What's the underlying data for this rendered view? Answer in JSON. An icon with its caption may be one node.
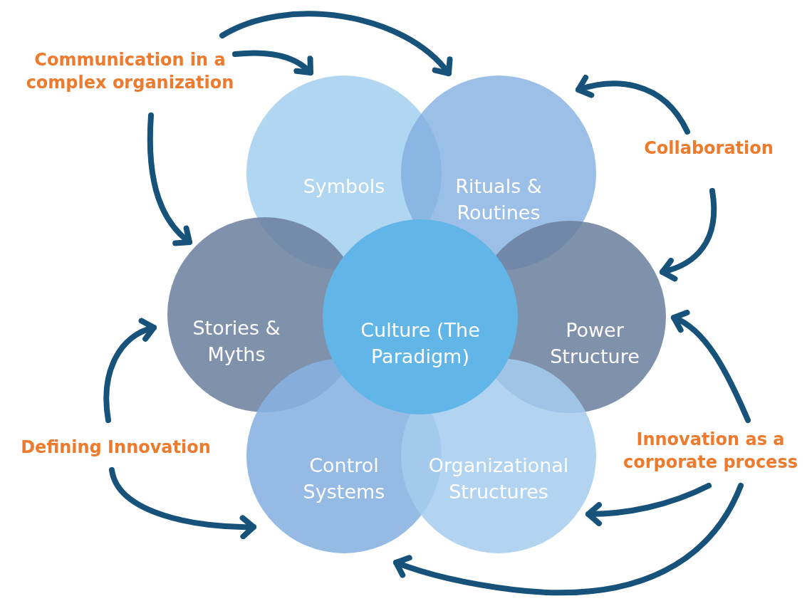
{
  "diagram": {
    "nodes": [
      {
        "text": [
          "Symbols"
        ]
      },
      {
        "text": [
          "Rituals & Routines"
        ]
      },
      {
        "text": [
          "Stories & Myths"
        ]
      },
      {
        "text": [
          "Culture (The Paradigm)"
        ]
      },
      {
        "text": [
          "Power Structure"
        ]
      },
      {
        "text": [
          "Control Systems"
        ]
      },
      {
        "text": [
          "Organizational Structures"
        ]
      },
      {
        "text": [
          "Communication in a complex organization"
        ]
      },
      {
        "text": [
          "Collaboration"
        ]
      },
      {
        "text": [
          "Defining Innovation"
        ]
      },
      {
        "text": [
          "Innovation as a corporate process"
        ]
      }
    ],
    "edges": [
      {
        "from": 7,
        "to": 0,
        "arrow": "to"
      },
      {
        "from": 7,
        "to": 1,
        "arrow": "to"
      },
      {
        "from": 7,
        "to": 2,
        "arrow": "to"
      },
      {
        "from": 8,
        "to": 1,
        "arrow": "to"
      },
      {
        "from": 8,
        "to": 4,
        "arrow": "to"
      },
      {
        "from": 9,
        "to": 2,
        "arrow": "to"
      },
      {
        "from": 9,
        "to": 5,
        "arrow": "to"
      },
      {
        "from": 10,
        "to": 4,
        "arrow": "to"
      },
      {
        "from": 10,
        "to": 6,
        "arrow": "to"
      },
      {
        "from": 10,
        "to": 5,
        "arrow": "to"
      }
    ]
  }
}
